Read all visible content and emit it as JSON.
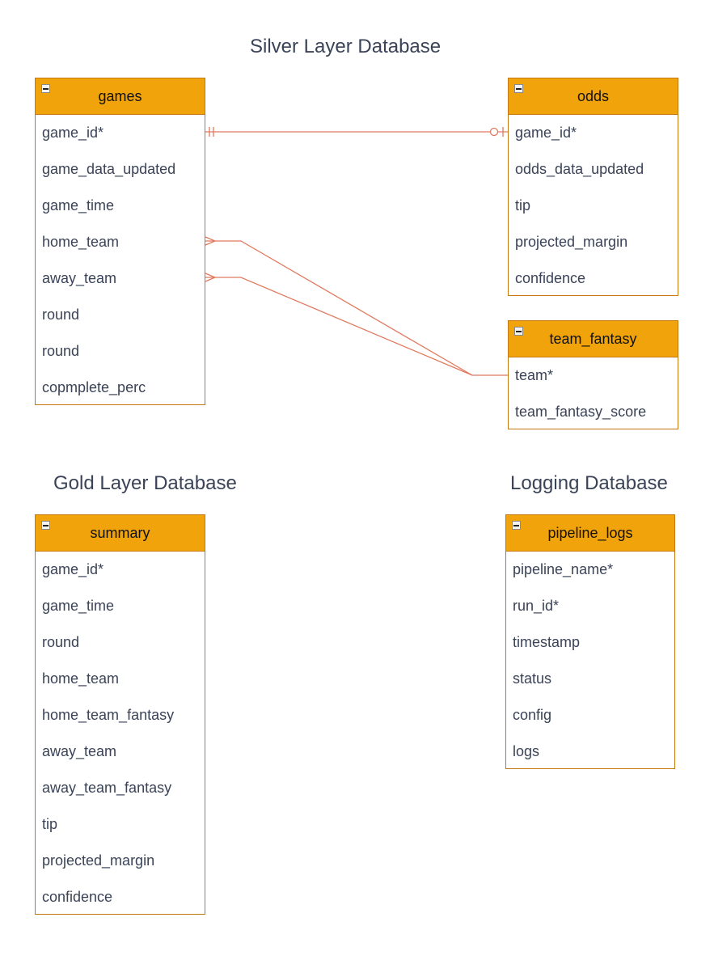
{
  "titles": {
    "silver": "Silver Layer Database",
    "gold": "Gold Layer Database",
    "logging": "Logging Database"
  },
  "entities": {
    "games": {
      "name": "games",
      "fields": [
        "game_id*",
        "game_data_updated",
        "game_time",
        "home_team",
        "away_team",
        "round",
        "round",
        "copmplete_perc"
      ]
    },
    "odds": {
      "name": "odds",
      "fields": [
        "game_id*",
        "odds_data_updated",
        "tip",
        "projected_margin",
        "confidence"
      ]
    },
    "team_fantasy": {
      "name": "team_fantasy",
      "fields": [
        "team*",
        "team_fantasy_score"
      ]
    },
    "summary": {
      "name": "summary",
      "fields": [
        "game_id*",
        "game_time",
        "round",
        "home_team",
        "home_team_fantasy",
        "away_team",
        "away_team_fantasy",
        "tip",
        "projected_margin",
        "confidence"
      ]
    },
    "pipeline_logs": {
      "name": "pipeline_logs",
      "fields": [
        "pipeline_name*",
        "run_id*",
        "timestamp",
        "status",
        "config",
        "logs"
      ]
    }
  },
  "relationships": [
    {
      "from": "games.game_id*",
      "to": "odds.game_id*",
      "from_cardinality": "exactly-one",
      "to_cardinality": "zero-or-one"
    },
    {
      "from": "games.home_team",
      "to": "team_fantasy.team*",
      "from_cardinality": "many",
      "to_cardinality": "one"
    },
    {
      "from": "games.away_team",
      "to": "team_fantasy.team*",
      "from_cardinality": "many",
      "to_cardinality": "one"
    }
  ],
  "colors": {
    "header_fill": "#f0a30a",
    "border": "#c47a10",
    "connector": "#e07a5f",
    "title_text": "#3a4357"
  }
}
